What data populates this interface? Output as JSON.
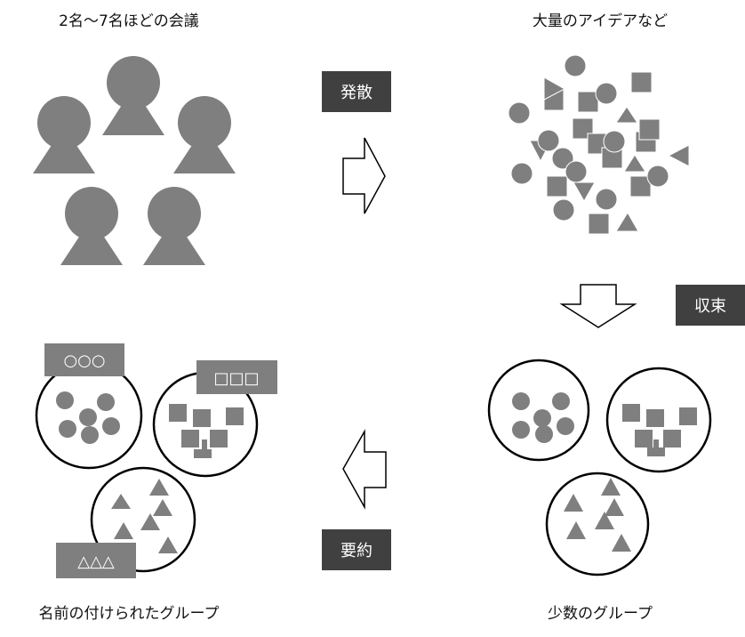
{
  "captions": {
    "meeting": "2名～7名ほどの会議",
    "ideas": "大量のアイデアなど",
    "named_groups": "名前の付けられたグループ",
    "few_groups": "少数のグループ"
  },
  "steps": {
    "diverge": "発散",
    "converge": "収束",
    "summarize": "要約"
  },
  "group_labels": {
    "circles": "○○○",
    "squares": "□□□",
    "triangles": "△△△"
  },
  "colors": {
    "shape": "#7f7f7f",
    "step_box": "#404040"
  }
}
